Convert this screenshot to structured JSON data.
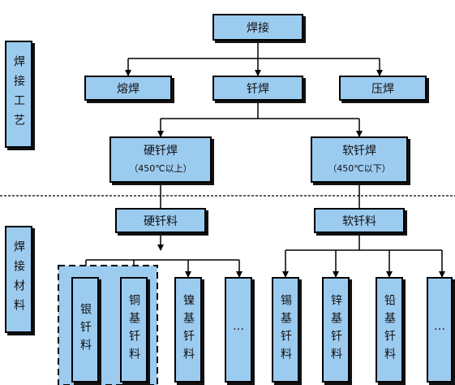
{
  "process": {
    "side_label": "焊接工艺",
    "root": "焊接",
    "level1": [
      "熔焊",
      "钎焊",
      "压焊"
    ],
    "hard_solder": {
      "label": "硬钎焊",
      "note": "（450℃以上）"
    },
    "soft_solder": {
      "label": "软钎焊",
      "note": "（450℃以下）"
    }
  },
  "materials": {
    "side_label": "焊接材料",
    "hard": {
      "label": "硬钎料",
      "items": [
        "银钎料",
        "铜基钎料",
        "镍基钎料",
        "…"
      ]
    },
    "soft": {
      "label": "软钎料",
      "items": [
        "锡基钎料",
        "锌基钎料",
        "铅基钎料",
        "…"
      ]
    }
  }
}
